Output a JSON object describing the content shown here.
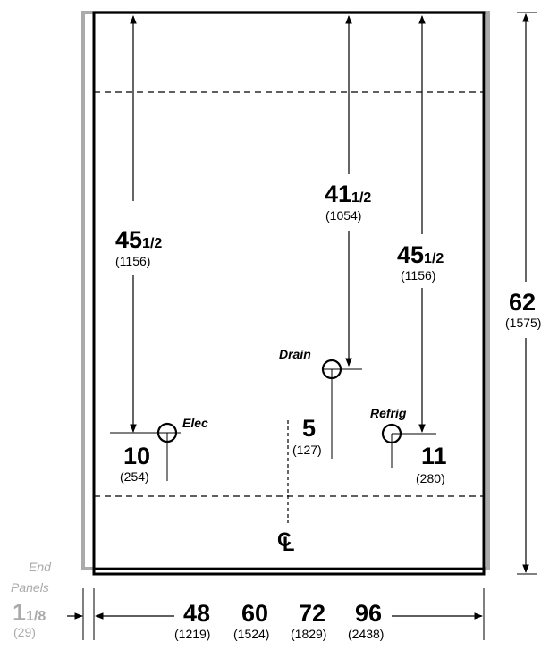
{
  "dimensions": {
    "left_height": {
      "whole": "45",
      "fraction": "1/2",
      "mm": "(1156)"
    },
    "center_height": {
      "whole": "41",
      "fraction": "1/2",
      "mm": "(1054)"
    },
    "right_height": {
      "whole": "45",
      "fraction": "1/2",
      "mm": "(1156)"
    },
    "overall_height": {
      "whole": "62",
      "mm": "(1575)"
    },
    "elec_offset": {
      "whole": "10",
      "mm": "(254)"
    },
    "drain_offset": {
      "whole": "5",
      "mm": "(127)"
    },
    "refrig_offset": {
      "whole": "11",
      "mm": "(280)"
    }
  },
  "labels": {
    "elec": "Elec",
    "drain": "Drain",
    "refrig": "Refrig",
    "centerline": "CL"
  },
  "end_panels": {
    "line1": "End",
    "line2": "Panels",
    "whole": "1",
    "fraction": "1/8",
    "mm": "(29)"
  },
  "widths": [
    {
      "whole": "48",
      "mm": "(1219)"
    },
    {
      "whole": "60",
      "mm": "(1524)"
    },
    {
      "whole": "72",
      "mm": "(1829)"
    },
    {
      "whole": "96",
      "mm": "(2438)"
    }
  ],
  "colors": {
    "outline": "#000000",
    "end_panel": "#aaaaaa"
  }
}
